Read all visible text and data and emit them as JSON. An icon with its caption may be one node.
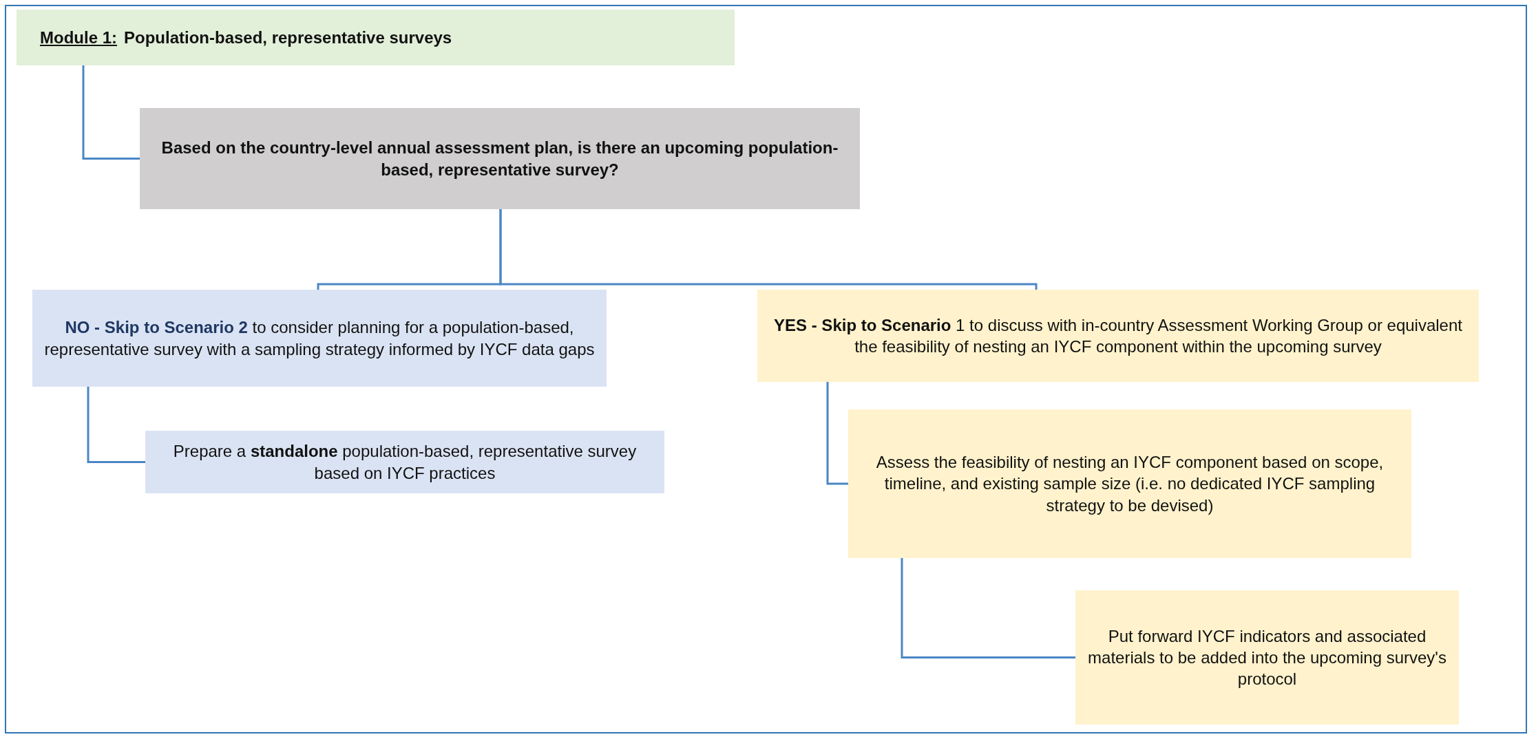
{
  "diagram": {
    "nodes": [
      {
        "text": [
          "Module 1:",
          "Population-based, representative surveys"
        ]
      },
      {
        "text": [
          "Based on the country-level annual assessment plan, is there an upcoming population-based, representative survey?"
        ]
      },
      {
        "text": [
          "**NO - Skip to Scenario 2** to consider planning for a population-based, representative survey with a sampling strategy informed by IYCF data gaps"
        ]
      },
      {
        "text": [
          "**YES - Skip to Scenario** 1 to discuss with in-country Assessment Working Group or equivalent the feasibility of nesting an IYCF component within the upcoming survey"
        ]
      },
      {
        "text": [
          "Prepare a **standalone** population-based, representative survey based on IYCF practices"
        ]
      },
      {
        "text": [
          "Assess the feasibility of nesting an IYCF component based on scope, timeline, and existing sample size (i.e. no dedicated IYCF sampling strategy to be devised)"
        ]
      },
      {
        "text": [
          "Put forward IYCF indicators and associated materials to be added into the upcoming survey's protocol"
        ]
      }
    ],
    "edges": [
      {
        "from": 0,
        "to": 1,
        "arrow": "none"
      },
      {
        "from": 1,
        "to": 2,
        "arrow": "none"
      },
      {
        "from": 1,
        "to": 3,
        "arrow": "none"
      },
      {
        "from": 2,
        "to": 4,
        "arrow": "none"
      },
      {
        "from": 3,
        "to": 5,
        "arrow": "none"
      },
      {
        "from": 5,
        "to": 6,
        "arrow": "none"
      }
    ]
  }
}
